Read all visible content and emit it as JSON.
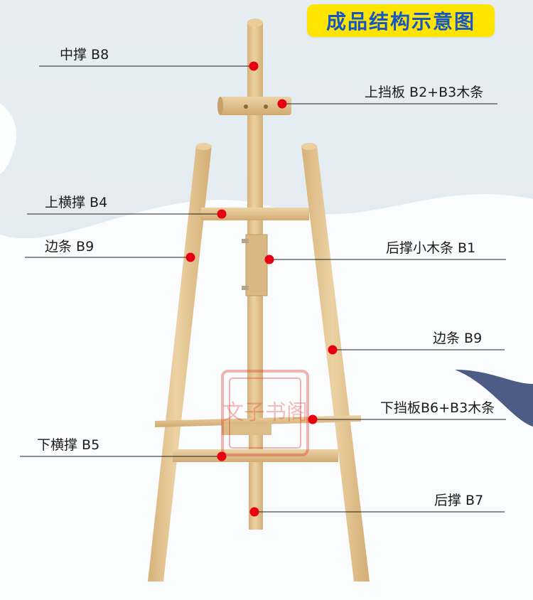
{
  "title": "成品结构示意图",
  "labels": {
    "b8": "中撑  B8",
    "b2b3": "上挡板 B2+B3木条",
    "b4": "上横撑  B4",
    "b9_left": "边条  B9",
    "b1": "后撑小木条  B1",
    "b9_right": "边条  B9",
    "b6b3": "下挡板B6+B3木条",
    "b5": "下横撑  B5",
    "b7": "后撑  B7"
  },
  "watermark": "文子书阁",
  "colors": {
    "marker": "#e60012",
    "title_bg": "#ffe400",
    "title_text": "#1556c7",
    "wood": "#e3c391",
    "sky": "#dbe9f0"
  }
}
